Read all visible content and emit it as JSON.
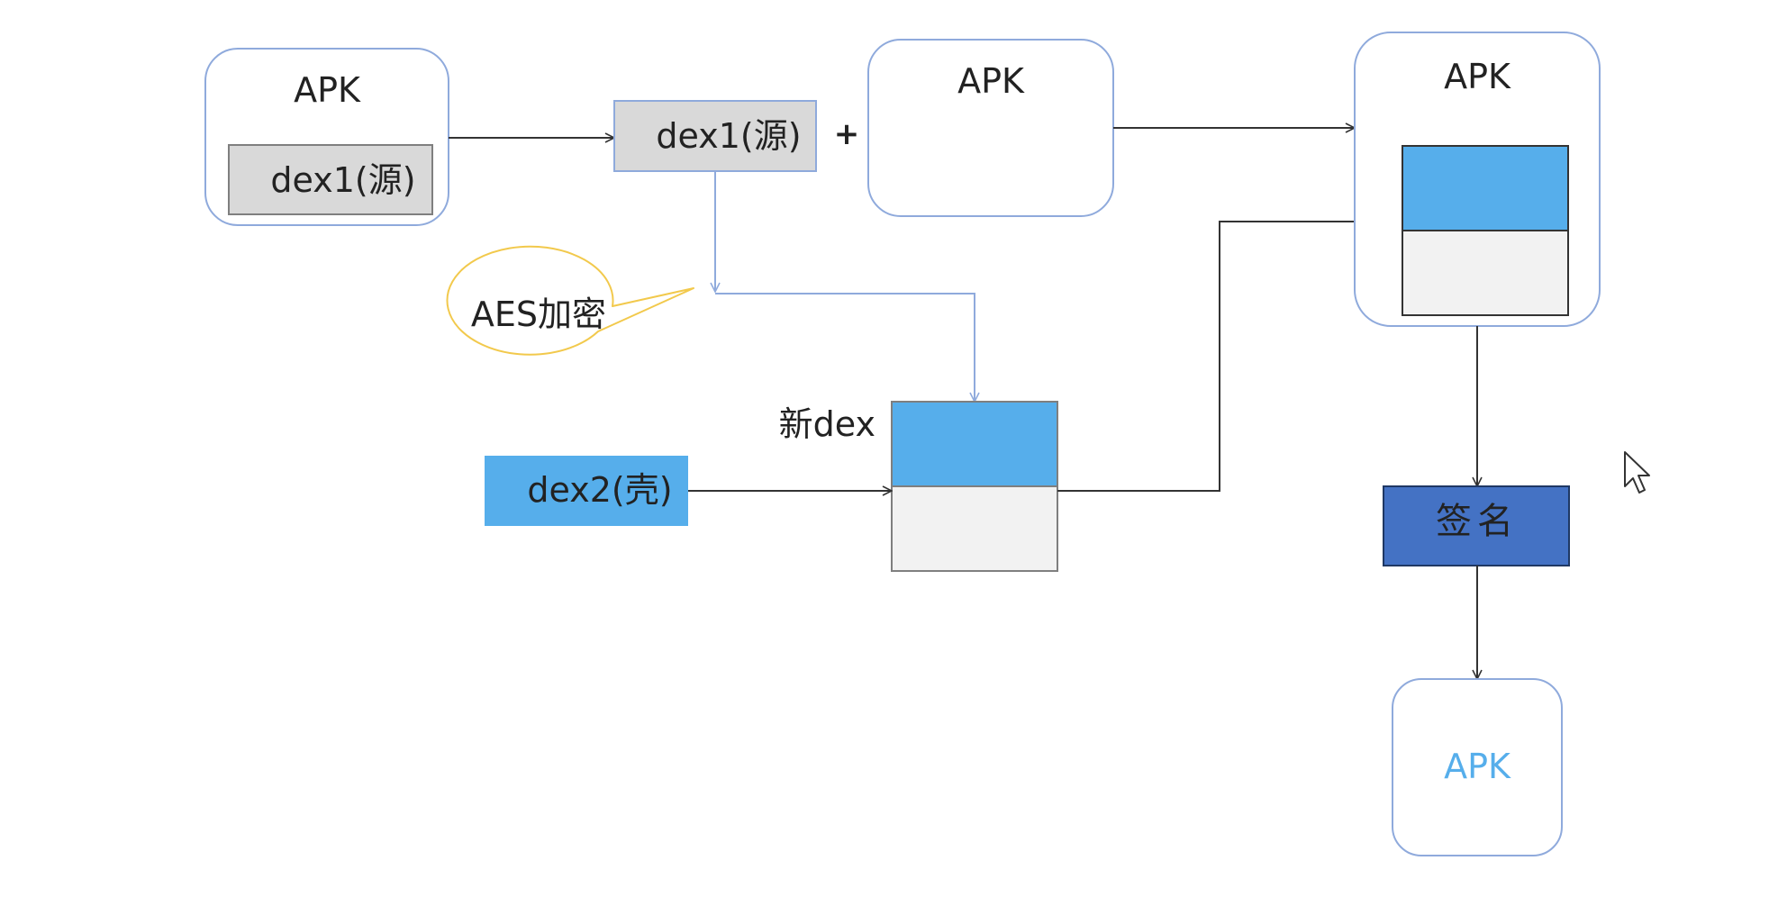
{
  "apk_source": {
    "title": "APK",
    "inner_label": "dex1(源)"
  },
  "extracted_dex": {
    "label": "dex1(源)"
  },
  "plus_sign": "+",
  "apk_shell": {
    "title": "APK"
  },
  "apk_combined": {
    "title": "APK"
  },
  "encryption_callout": {
    "label": "AES加密"
  },
  "new_dex": {
    "label": "新dex"
  },
  "shell_dex": {
    "label": "dex2(壳)"
  },
  "sign_step": {
    "label": "签名"
  },
  "apk_final": {
    "title": "APK"
  },
  "colors": {
    "dex_source_fill": "#d9d9d9",
    "dex_encrypted_fill": "#56aeeb",
    "dex_plain_fill": "#f2f2f2",
    "sign_fill": "#4472c4",
    "container_border": "#8faadc",
    "callout_border": "#f2c94c",
    "final_apk_text": "#56aeeb"
  }
}
